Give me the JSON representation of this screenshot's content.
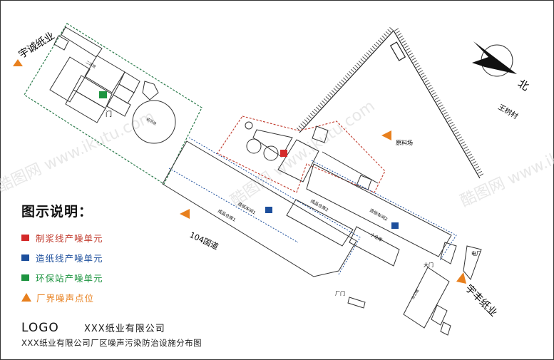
{
  "legend": {
    "title": "图示说明：",
    "items": [
      {
        "label": "制浆线产噪单元",
        "color": "#d42a2a",
        "shape": "square"
      },
      {
        "label": "造纸线产噪单元",
        "color": "#1d4f9c",
        "shape": "square"
      },
      {
        "label": "环保站产噪单元",
        "color": "#1d9440",
        "shape": "square"
      },
      {
        "label": "厂界噪声点位",
        "color": "#e8801e",
        "shape": "triangle"
      }
    ]
  },
  "footer": {
    "logo": "LOGO",
    "company": "XXX纸业有限公司",
    "subtitle": "XXX纸业有限公司厂区噪声污染防治设施分布图"
  },
  "map": {
    "neighbor_west": "宇诚纸业",
    "neighbor_southeast": "宇丰纸业",
    "village": "王树村",
    "north": "北",
    "road": "104国道",
    "raw_yard": "原料场",
    "warehouse1": "成品仓库1",
    "warehouse2": "成品仓库2",
    "workshop1": "造纸车间1",
    "workshop2": "造纸车间2",
    "small_warehouse": "小仓库",
    "main_gate": "大门",
    "factory_gate": "厂门",
    "power_plant": "电厂",
    "gate": "门",
    "secondary_tank": "二沉池",
    "primary_tank": "初沉池",
    "office": "办公楼",
    "watermark": "酷图网 www.ikutu.com"
  }
}
